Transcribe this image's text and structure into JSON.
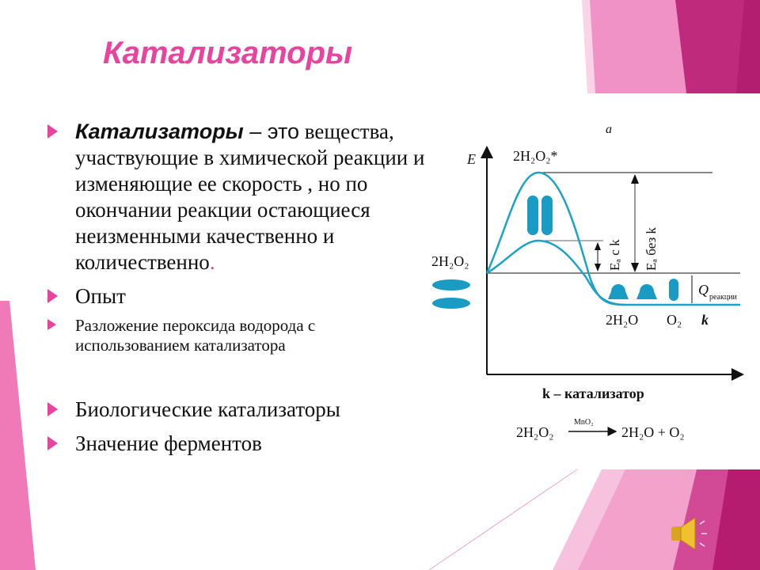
{
  "slide": {
    "title": "Катализаторы",
    "bullets": [
      {
        "term": "Катализаторы",
        "dash": " – это",
        "text": "вещества, участвующие в химической реакции и изменяющие ее скорость , но по окончании реакции остающиеся неизменными качественно и количественно",
        "end": "."
      },
      {
        "text": "Опыт"
      },
      {
        "text": "Разложение пероксида водорода с использованием катализатора"
      },
      {
        "text": "Биологические катализаторы"
      },
      {
        "text": "Значение ферментов"
      }
    ]
  },
  "diagram": {
    "panel_label": "a",
    "y_axis_label": "E",
    "transition_state": "2H₂O₂*",
    "reactant": "2H₂O₂",
    "ea_with_catalyst": "Eₐ с k",
    "ea_without_catalyst": "Eₐ без k",
    "q_label": "Q",
    "q_subscript": "реакции",
    "product_water": "2H₂O",
    "product_oxygen": "O₂",
    "catalyst_mark": "k",
    "legend": "k – катализатор",
    "equation_left": "2H₂O₂",
    "equation_catalyst": "MnO₂",
    "equation_right": "2H₂O + O₂",
    "curve_color": "#1BA3C6",
    "molecule_color": "#1A9BC4"
  },
  "colors": {
    "accent": "#E8439F",
    "pink_light": "#F3A6CF",
    "pink_mid": "#F192C6",
    "pink_dark": "#BF2A7C"
  }
}
